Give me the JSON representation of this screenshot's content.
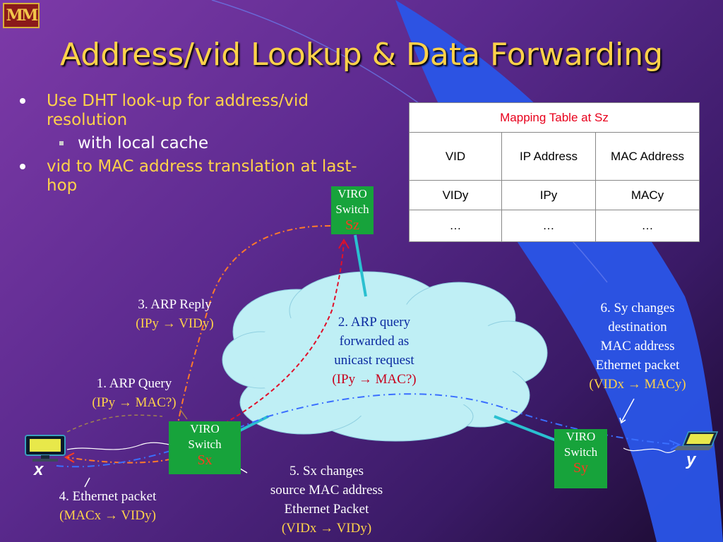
{
  "logo": {
    "text": "M"
  },
  "title": "Address/vid Lookup & Data Forwarding",
  "bullets": [
    {
      "text": "Use DHT look-up for address/vid resolution",
      "sub": [
        "with local cache"
      ]
    },
    {
      "text": "vid to MAC address translation at last-hop",
      "sub": []
    }
  ],
  "table": {
    "title": "Mapping Table at Sz",
    "headers": [
      "VID",
      "IP Address",
      "MAC Address"
    ],
    "rows": [
      [
        "VIDy",
        "IPy",
        "MACy"
      ],
      [
        "…",
        "…",
        "…"
      ]
    ]
  },
  "switches": {
    "sz": {
      "line1": "VIRO",
      "line2": "Switch",
      "name": "Sz"
    },
    "sx": {
      "line1": "VIRO",
      "line2": "Switch",
      "name": "Sx"
    },
    "sy": {
      "line1": "VIRO",
      "line2": "Switch",
      "name": "Sy"
    }
  },
  "hosts": {
    "x": "x",
    "y": "y"
  },
  "steps": {
    "s1": {
      "line1": "1. ARP Query",
      "line2": "(IPy → MAC?)"
    },
    "s2": {
      "line1": "2. ARP query",
      "line2": "forwarded as",
      "line3": "unicast request",
      "line4": "(IPy → MAC?)"
    },
    "s3": {
      "line1": "3. ARP Reply",
      "line2": "(IPy → VIDy)"
    },
    "s4": {
      "line1": "4. Ethernet packet",
      "line2": "(MACx → VIDy)"
    },
    "s5": {
      "line1": "5. Sx changes",
      "line2": "source MAC address",
      "line3": "Ethernet Packet",
      "line4": "(VIDx → VIDy)"
    },
    "s6": {
      "line1": "6. Sy changes",
      "line2": "destination",
      "line3": "MAC address",
      "line4": "Ethernet packet",
      "line5": "(VIDx → MACy)"
    }
  },
  "colors": {
    "accent": "#ffd24a",
    "switch": "#17a33b",
    "cloud": "#bfeff5",
    "swoosh": "#2a55e8"
  }
}
